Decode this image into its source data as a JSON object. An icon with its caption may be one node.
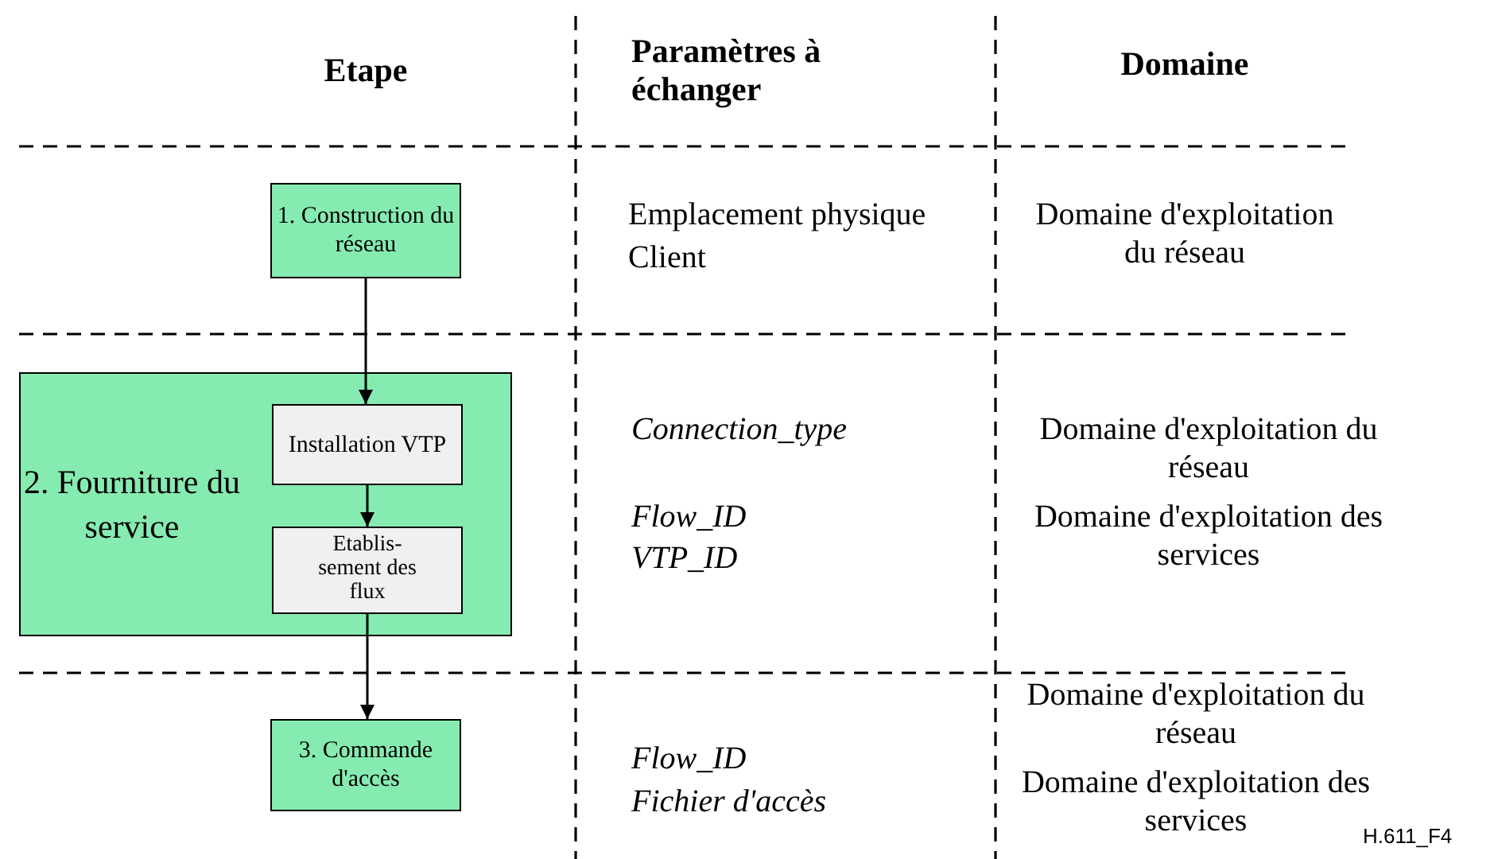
{
  "diagram": {
    "nodes": [
      {
        "text": [
          "1. Construction du réseau"
        ]
      },
      {
        "text": [
          "2. Fourniture du service"
        ]
      },
      {
        "text": [
          "Installation VTP"
        ],
        "in": 1
      },
      {
        "text": [
          "Etablis- sement des flux"
        ],
        "in": 1
      },
      {
        "text": [
          "3. Commande d'accès"
        ]
      }
    ],
    "edges": [
      {
        "from": 0,
        "to": 2,
        "arrow": "to"
      },
      {
        "from": 2,
        "to": 3,
        "arrow": "to"
      },
      {
        "from": 3,
        "to": 4,
        "arrow": "to"
      }
    ],
    "labels": [
      "Etape",
      "Paramètres à échanger",
      "Domaine",
      "Emplacement physique",
      "Client",
      "Domaine d'exploitation du réseau",
      "Connection_type",
      "Domaine d'exploitation du réseau",
      "Flow_ID",
      "VTP_ID",
      "Domaine d'exploitation des services",
      "Flow_ID",
      "Fichier d'accès",
      "Domaine d'exploitation du réseau",
      "Domaine d'exploitation des services",
      "H.611_F4"
    ]
  }
}
